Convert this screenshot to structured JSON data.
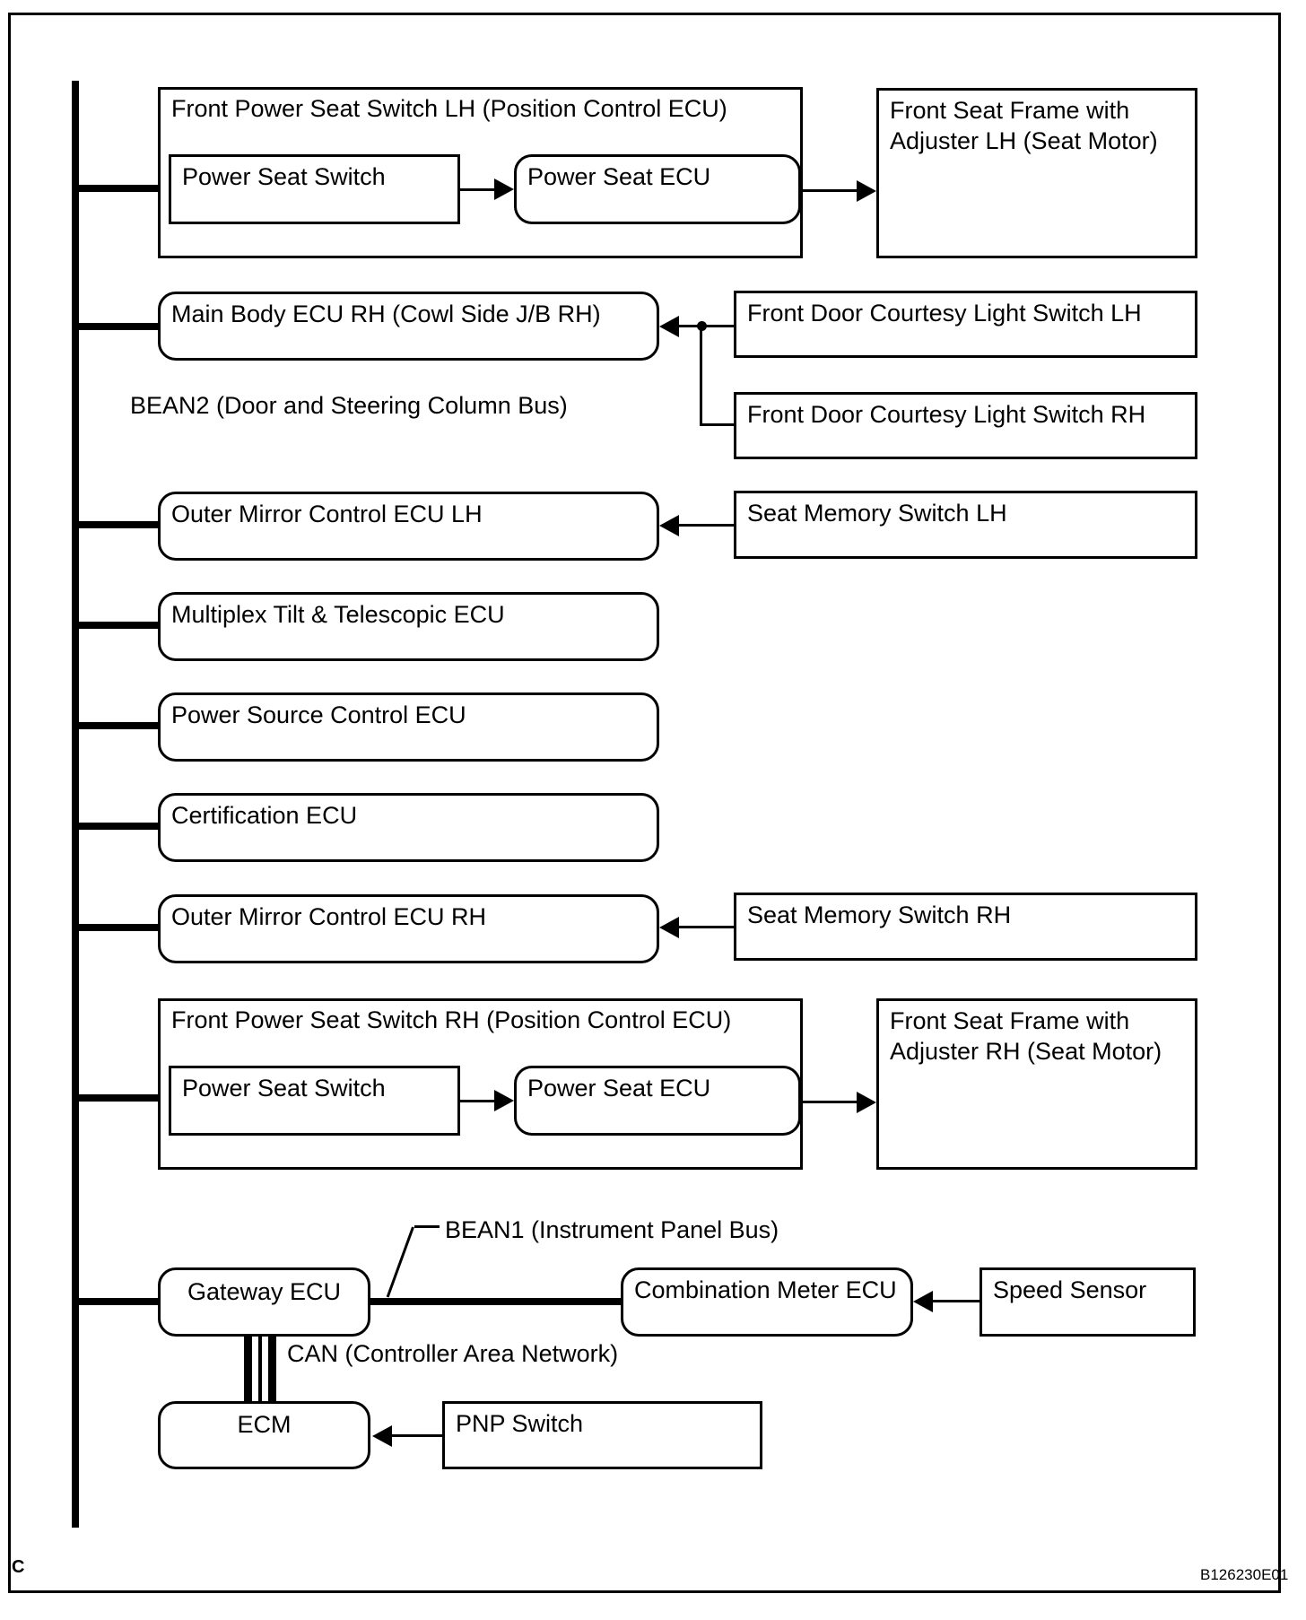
{
  "figure": {
    "corner_label": "C",
    "code": "B126230E01"
  },
  "bus_labels": {
    "bean2": "BEAN2 (Door and Steering Column Bus)",
    "bean1": "BEAN1 (Instrument Panel Bus)",
    "can": "CAN (Controller Area Network)"
  },
  "nodes": {
    "lh_container": "Front Power Seat Switch LH (Position Control ECU)",
    "lh_switch": "Power Seat Switch",
    "lh_ecu": "Power Seat ECU",
    "lh_frame_line1": "Front Seat Frame with",
    "lh_frame_line2": "Adjuster LH (Seat Motor)",
    "main_body": "Main Body ECU RH (Cowl Side J/B RH)",
    "courtesy_lh": "Front Door Courtesy Light Switch LH",
    "courtesy_rh": "Front Door Courtesy Light Switch RH",
    "mirror_lh": "Outer Mirror Control ECU LH",
    "memory_lh": "Seat Memory Switch LH",
    "multiplex": "Multiplex Tilt & Telescopic ECU",
    "power_source": "Power Source Control ECU",
    "certification": "Certification ECU",
    "mirror_rh": "Outer Mirror Control ECU RH",
    "memory_rh": "Seat Memory Switch RH",
    "rh_container": "Front Power Seat Switch RH (Position Control ECU)",
    "rh_switch": "Power Seat Switch",
    "rh_ecu": "Power Seat ECU",
    "rh_frame_line1": "Front Seat Frame with",
    "rh_frame_line2": "Adjuster RH (Seat Motor)",
    "gateway": "Gateway ECU",
    "combo_meter": "Combination Meter ECU",
    "speed_sensor": "Speed Sensor",
    "ecm": "ECM",
    "pnp": "PNP Switch"
  },
  "colors": {
    "ink": "#000000",
    "paper": "#ffffff"
  }
}
